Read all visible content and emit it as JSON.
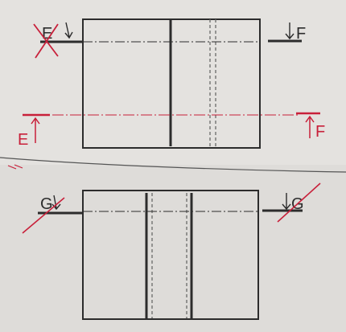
{
  "section_labels": {
    "top_left": "E",
    "top_right": "F",
    "middle_left": "E",
    "middle_right": "F",
    "bottom_left": "G",
    "bottom_right": "G"
  },
  "colors": {
    "paper": "#e4e2df",
    "ink_black": "#2c2c2c",
    "ink_red": "#c8203a",
    "ink_gray": "#6a6a6a"
  }
}
